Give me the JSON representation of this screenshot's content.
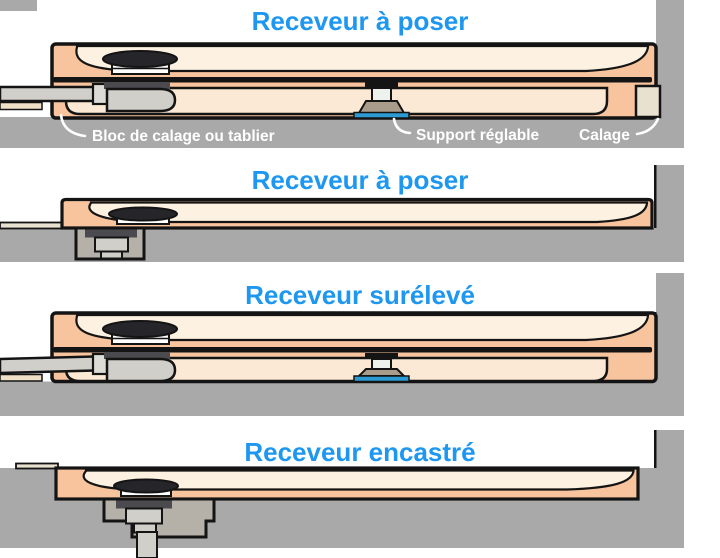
{
  "page": {
    "background": "#ffffff"
  },
  "colors": {
    "title_blue": "#1e97f0",
    "tray_salmon": "#f7c49e",
    "basin_cream": "#fdf1e1",
    "apron_cream": "#fbe9d5",
    "floor_grey": "#a9a9a9",
    "recess_grey": "#b5b1a8",
    "pipe_grey": "#d1cfca",
    "flange_dark": "#4a4a4f",
    "drain_cap_dark": "#26262a",
    "foot_taupe": "#aa9c8a",
    "pad_blue": "#2d9bd3",
    "shim_beige": "#e9e1cf",
    "outline_black": "#141414",
    "label_white": "#ffffff"
  },
  "panels": [
    {
      "title": "Receveur à poser",
      "labels": {
        "apron": "Bloc de calage ou tablier",
        "support": "Support réglable",
        "shim": "Calage"
      }
    },
    {
      "title": "Receveur à poser"
    },
    {
      "title": "Receveur surélevé"
    },
    {
      "title": "Receveur encastré"
    }
  ]
}
